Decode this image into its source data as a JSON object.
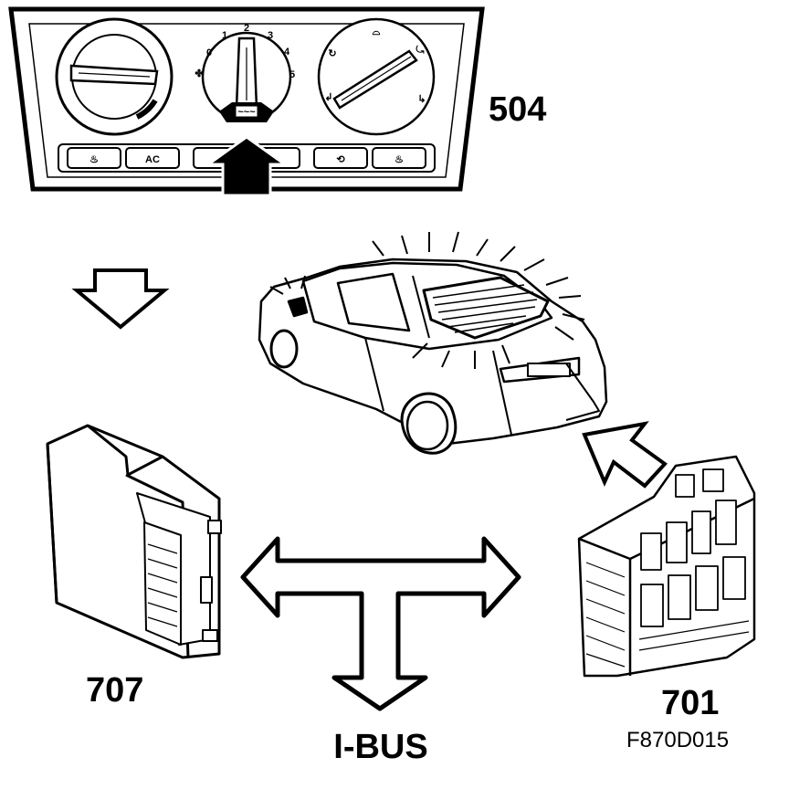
{
  "labels": {
    "panel": "504",
    "module_left": "707",
    "module_right": "701",
    "bus": "I-BUS",
    "figure_code": "F870D015"
  },
  "climate_panel": {
    "fan_scale": [
      "0",
      "1",
      "2",
      "3",
      "4",
      "5"
    ],
    "ac_button": "AC"
  }
}
